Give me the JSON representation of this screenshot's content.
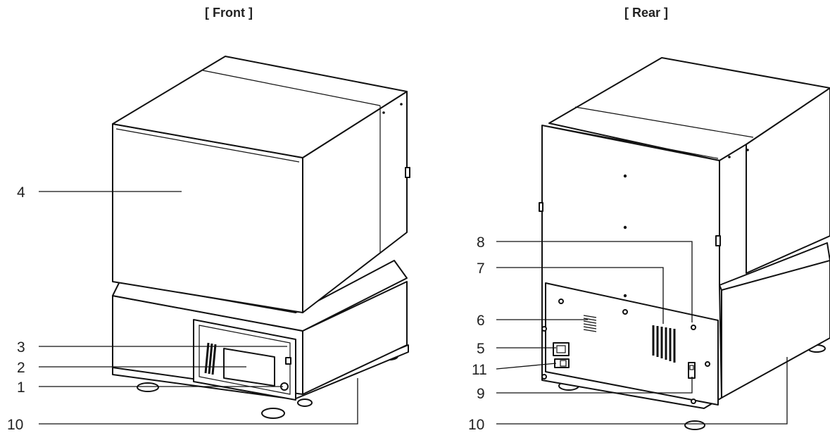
{
  "titles": {
    "front": "[ Front ]",
    "rear": "[ Rear ]"
  },
  "front_callouts": [
    "4",
    "3",
    "2",
    "1",
    "10"
  ],
  "rear_callouts": [
    "8",
    "7",
    "6",
    "5",
    "11",
    "9",
    "10"
  ],
  "icons": [
    "front-view-device",
    "rear-view-device"
  ]
}
